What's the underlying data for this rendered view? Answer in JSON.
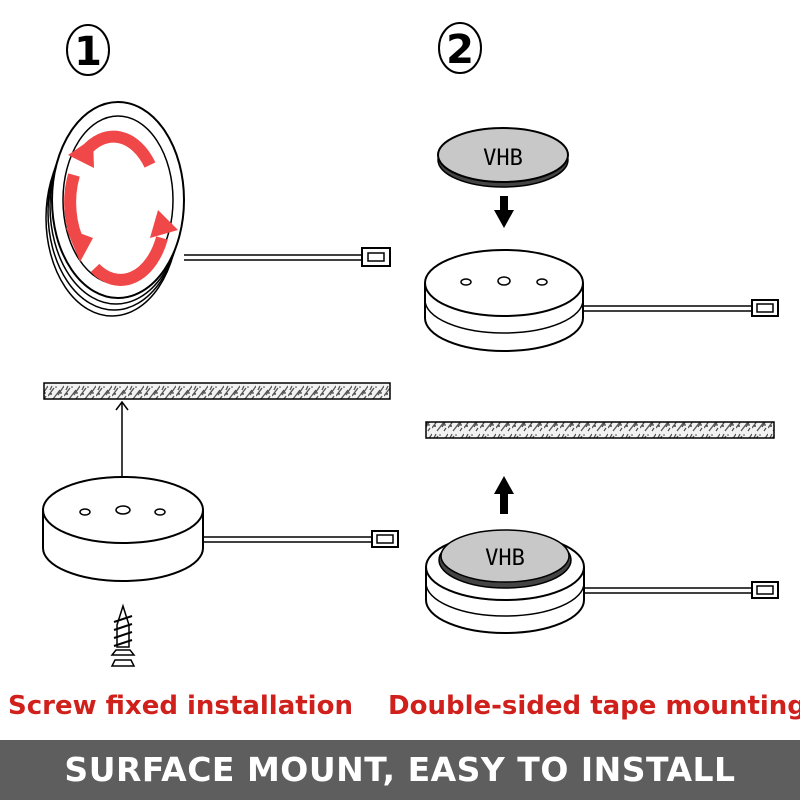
{
  "steps": [
    {
      "number": "1",
      "caption": "Screw fixed installation"
    },
    {
      "number": "2",
      "caption": "Double-sided tape mounting"
    }
  ],
  "vhb_labels": [
    "VHB",
    "VHB"
  ],
  "footer": "SURFACE MOUNT, EASY TO INSTALL",
  "colors": {
    "caption": "#d0201c",
    "rotation_arrows": "#f04848",
    "footer_bg": "#5e5e5e",
    "footer_text": "#ffffff",
    "vhb_pad": "#c8c8c8"
  }
}
